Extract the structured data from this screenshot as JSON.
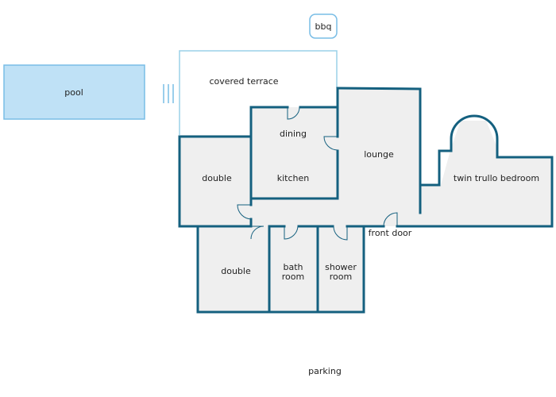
{
  "colors": {
    "wall": "#14607f",
    "room_fill": "#efefef",
    "pool_fill": "#bfe1f6",
    "pool_border": "#79bde6",
    "terrace_border": "#9ad0e8",
    "bbq_border": "#79bde6",
    "text": "#222222"
  },
  "labels": {
    "bbq": "bbq",
    "pool": "pool",
    "covered_terrace": "covered terrace",
    "dining": "dining",
    "kitchen": "kitchen",
    "lounge": "lounge",
    "double_upper": "double",
    "double_lower": "double",
    "bath_room_line1": "bath",
    "bath_room_line2": "room",
    "shower_room_line1": "shower",
    "shower_room_line2": "room",
    "front_door": "front door",
    "twin_trullo_bedroom": "twin trullo bedroom",
    "parking": "parking"
  }
}
